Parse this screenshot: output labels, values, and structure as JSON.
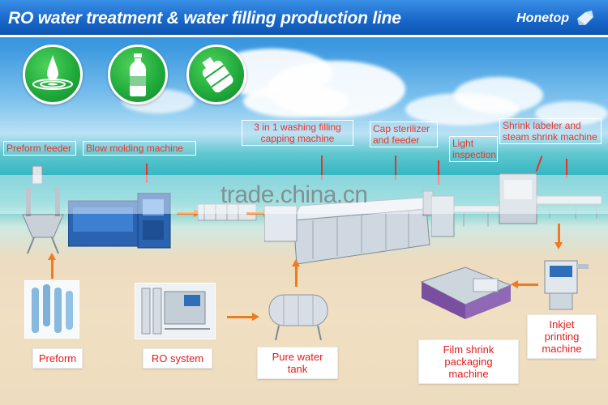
{
  "header": {
    "title": "RO water treatment & water filling production line",
    "brand": "Honetop"
  },
  "icons": [
    "water-drop-icon",
    "bottle-icon",
    "water-jug-icon"
  ],
  "top_labels": {
    "preform_feeder": "Preform feeder",
    "blow_molding": "Blow molding machine",
    "washing_filling": "3 in 1 washing filling capping machine",
    "cap_sterilizer": "Cap sterilizer and feeder",
    "light_inspection": "Light inspection",
    "shrink_labeler": "Shrink labeler and steam shrink machine"
  },
  "bottom_labels": {
    "preform": "Preform",
    "ro_system": "RO system",
    "pure_water_tank": "Pure water tank",
    "film_shrink": "Film shrink packaging machine",
    "inkjet_printing": "Inkjet printing machine"
  },
  "watermark": "trade.china.cn",
  "colors": {
    "header_blue": "#1766c8",
    "label_red": "#e31b1b",
    "arrow_orange": "#f07a1e",
    "icon_green": "#1fa83a"
  }
}
